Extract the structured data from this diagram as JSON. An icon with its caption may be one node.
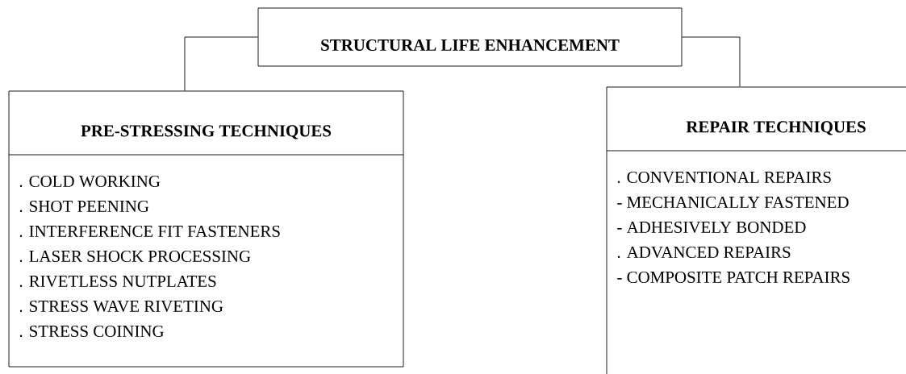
{
  "diagram": {
    "nodes": [
      {
        "text": [
          "STRUCTURAL LIFE ENHANCEMENT"
        ]
      },
      {
        "text": [
          "PRE-STRESSING TECHNIQUES",
          ". COLD WORKING",
          ". SHOT PEENING",
          ". INTERFERENCE FIT FASTENERS",
          ". LASER SHOCK PROCESSING",
          ". RIVETLESS NUTPLATES",
          ". STRESS WAVE RIVETING",
          ". STRESS COINING"
        ]
      },
      {
        "text": [
          "REPAIR TECHNIQUES",
          ". CONVENTIONAL REPAIRS",
          "- MECHANICALLY FASTENED",
          "- ADHESIVELY BONDED",
          ". ADVANCED REPAIRS",
          "- COMPOSITE PATCH REPAIRS"
        ]
      }
    ],
    "edges": [
      {
        "from": 0,
        "to": 1,
        "arrow": "none"
      },
      {
        "from": 0,
        "to": 2,
        "arrow": "none"
      }
    ]
  }
}
